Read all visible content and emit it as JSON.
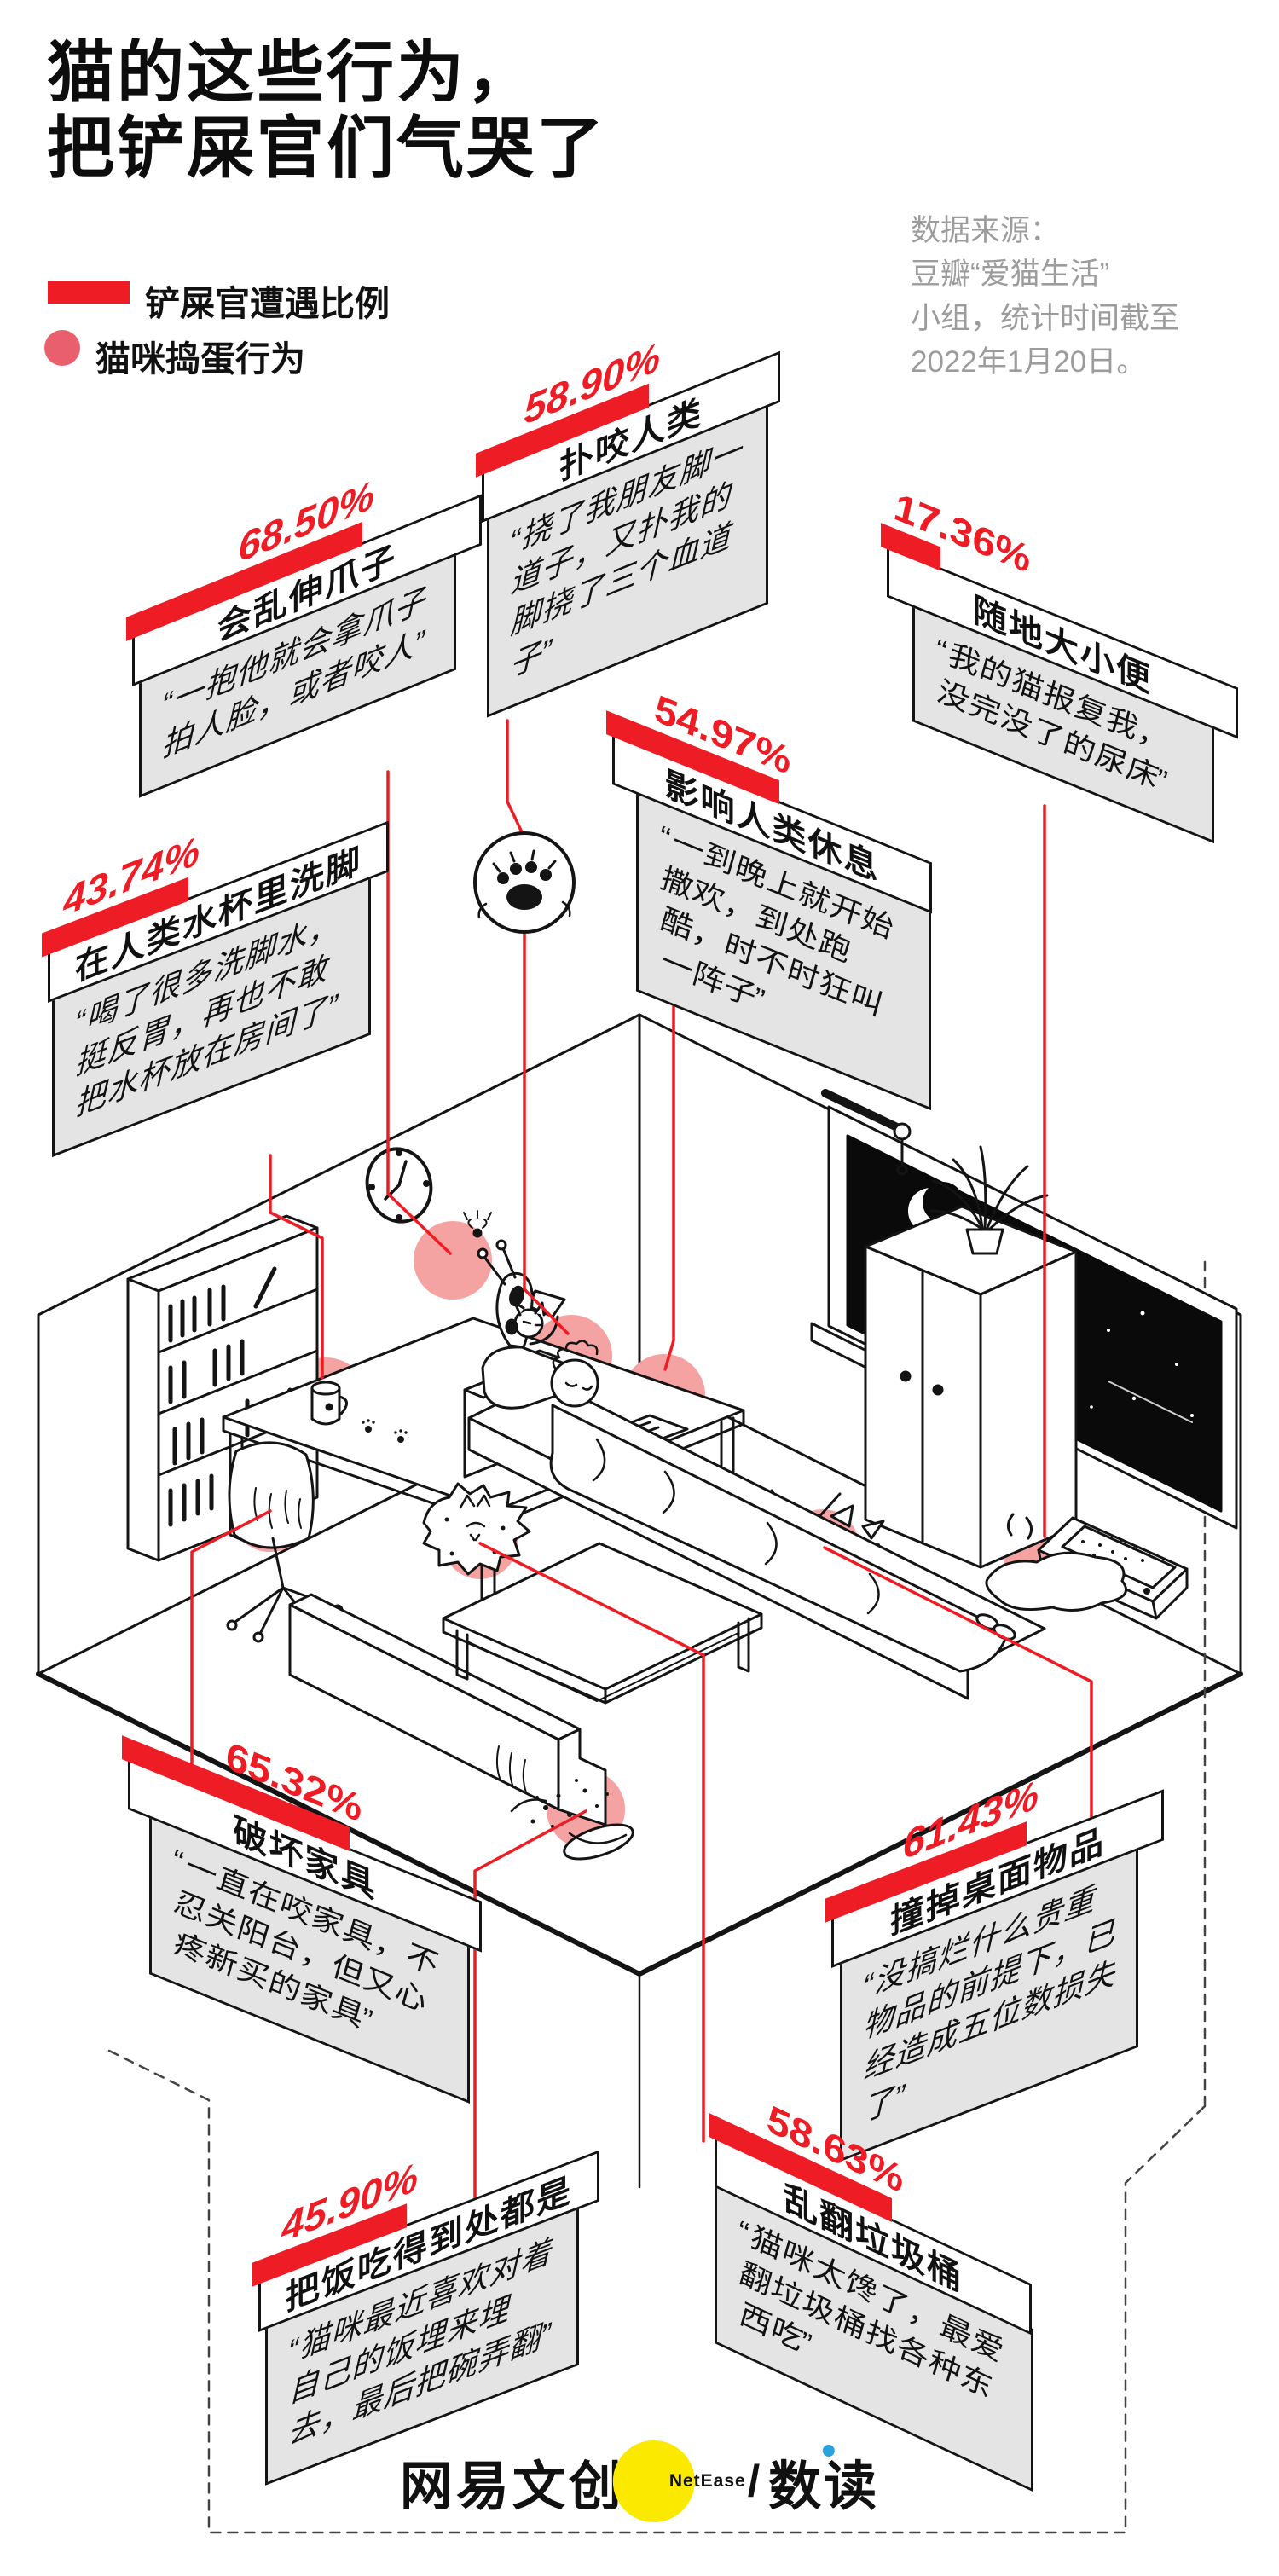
{
  "title": {
    "line1": "猫的这些行为，",
    "line2": "把铲屎官们气哭了"
  },
  "legend": {
    "bar_label": "铲屎官遭遇比例",
    "dot_label": "猫咪捣蛋行为"
  },
  "source": {
    "l1": "数据来源：",
    "l2": "豆瓣“爱猫生活”",
    "l3": "小组，统计时间截至",
    "l4": "2022年1月20日。"
  },
  "colors": {
    "accent_red": "#ee1c25",
    "spot_pink": "#f5a2a2",
    "legend_dot": "#ea5f6d",
    "panel_gray": "#e4e4e4",
    "line_black": "#141414",
    "logo_yellow": "#fbe900",
    "logo_blue": "#2aa3dd",
    "source_gray": "#9c9c9c"
  },
  "callouts": [
    {
      "pct": "68.50%",
      "value": 68.5,
      "title": "会乱伸爪子",
      "quote": "“一抱他就会拿爪子拍人脸，或者咬人”"
    },
    {
      "pct": "58.90%",
      "value": 58.9,
      "title": "扑咬人类",
      "quote": "“挠了我朋友脚一道子，又扑我的脚挠了三个血道子”"
    },
    {
      "pct": "17.36%",
      "value": 17.36,
      "title": "随地大小便",
      "quote": "“我的猫报复我，没完没了的尿床”"
    },
    {
      "pct": "54.97%",
      "value": 54.97,
      "title": "影响人类休息",
      "quote": "“一到晚上就开始撒欢，到处跑酷，时不时狂叫一阵子”"
    },
    {
      "pct": "43.74%",
      "value": 43.74,
      "title": "在人类水杯里洗脚",
      "quote": "“喝了很多洗脚水，挺反胃，再也不敢把水杯放在房间了”"
    },
    {
      "pct": "65.32%",
      "value": 65.32,
      "title": "破坏家具",
      "quote": "“一直在咬家具，不忍关阳台，但又心疼新买的家具”"
    },
    {
      "pct": "61.43%",
      "value": 61.43,
      "title": "撞掉桌面物品",
      "quote": "“没搞烂什么贵重物品的前提下，已经造成五位数损失了”"
    },
    {
      "pct": "45.90%",
      "value": 45.9,
      "title": "把饭吃得到处都是",
      "quote": "“猫咪最近喜欢对着自己的饭埋来埋去，最后把碗弄翻”"
    },
    {
      "pct": "58.63%",
      "value": 58.63,
      "title": "乱翻垃圾桶",
      "quote": "“猫咪太馋了，最爱翻垃圾桶找各种东西吃”"
    }
  ],
  "chart_data": {
    "type": "bar",
    "title": "猫的这些行为，把铲屎官们气哭了",
    "categories": [
      "会乱伸爪子",
      "扑咬人类",
      "影响人类休息",
      "破坏家具",
      "撞掉桌面物品",
      "乱翻垃圾桶",
      "把饭吃得到处都是",
      "在人类水杯里洗脚",
      "随地大小便"
    ],
    "values": [
      68.5,
      58.9,
      54.97,
      65.32,
      61.43,
      58.63,
      45.9,
      43.74,
      17.36
    ],
    "unit": "%",
    "xlabel": "猫咪捣蛋行为",
    "ylabel": "铲屎官遭遇比例",
    "ylim": [
      0,
      100
    ],
    "legend_position": "top-left"
  },
  "footer": {
    "brand_cn": "网易文创",
    "brand_en": "NetEase",
    "divider": "/",
    "product": "数读"
  }
}
